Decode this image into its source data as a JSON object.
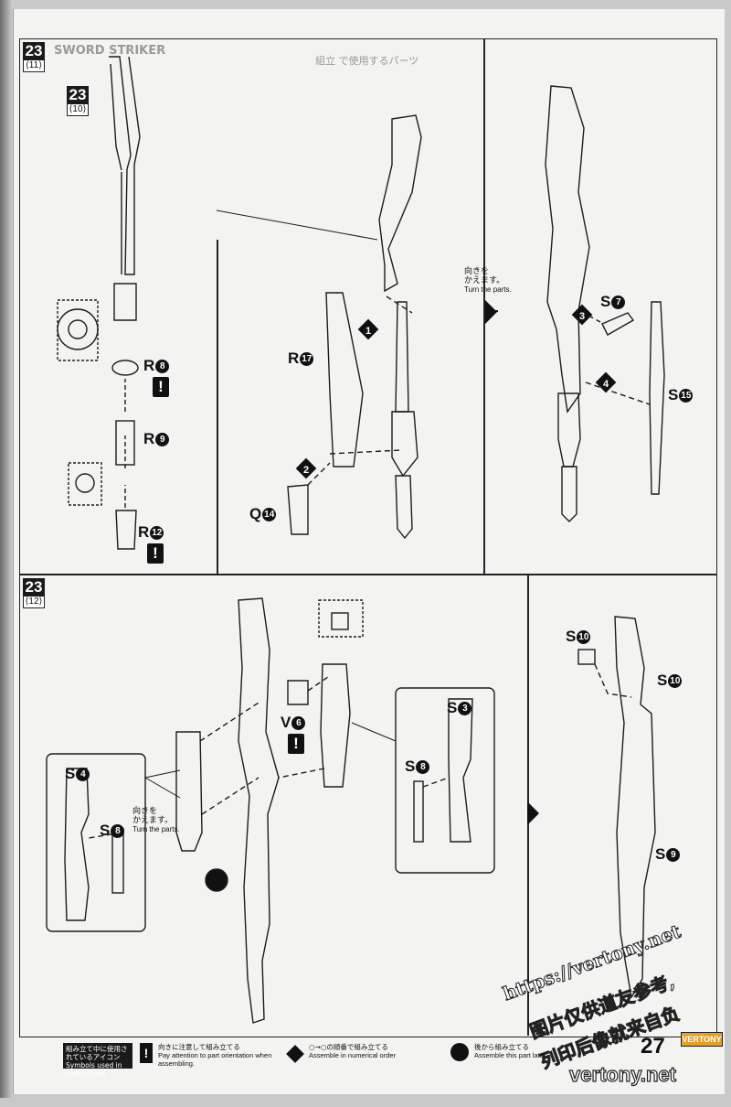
{
  "page": {
    "number": "27",
    "site_badge": "VERTONY"
  },
  "upper": {
    "step": "23",
    "substep": "⟨11⟩",
    "ref_step": "23",
    "ref_substep": "⟨10⟩",
    "faded_header": "SWORD STRIKER",
    "faded_parts_note": "組立 で使用するパーツ",
    "labels": {
      "r8": "R",
      "r8_n": "8",
      "r9": "R",
      "r9_n": "9",
      "r12": "R",
      "r12_n": "12",
      "r17": "R",
      "r17_n": "17",
      "q14": "Q",
      "q14_n": "14",
      "s7": "S",
      "s7_n": "7",
      "s15": "S",
      "s15_n": "15"
    },
    "seq": {
      "one": "1",
      "two": "2",
      "three": "3",
      "four": "4"
    },
    "turn_note": {
      "jp1": "向きを",
      "jp2": "かえます。",
      "en": "Turn the parts."
    }
  },
  "lower": {
    "step": "23",
    "substep": "⟨12⟩",
    "labels": {
      "s4": "S",
      "s4_n": "4",
      "s8a": "S",
      "s8a_n": "8",
      "v6": "V",
      "v6_n": "6",
      "s3": "S",
      "s3_n": "3",
      "s8b": "S",
      "s8b_n": "8",
      "s10a": "S",
      "s10a_n": "10",
      "s10b": "S",
      "s10b_n": "10",
      "s9": "S",
      "s9_n": "9"
    },
    "turn_note": {
      "jp1": "向きを",
      "jp2": "かえます。",
      "en": "Turn the parts."
    }
  },
  "warning_mark": "!",
  "footer": {
    "legend_title_jp": "組み立て中に使用されているアイコン",
    "legend_title_en": "Symbols used in instructions",
    "item1_jp": "向きに注意して組み立てる",
    "item1_en": "Pay attention to part orientation when assembling.",
    "item2_jp": "○→○の順番で組み立てる",
    "item2_en": "Assemble in numerical order",
    "item3_jp": "後から組み立てる",
    "item3_en": "Assemble this part later."
  },
  "watermark": {
    "url": "https://vertony.net",
    "line1": "图片仅供道友参考,",
    "line2": "列印后像就来自负",
    "brand": "vertony.net"
  }
}
